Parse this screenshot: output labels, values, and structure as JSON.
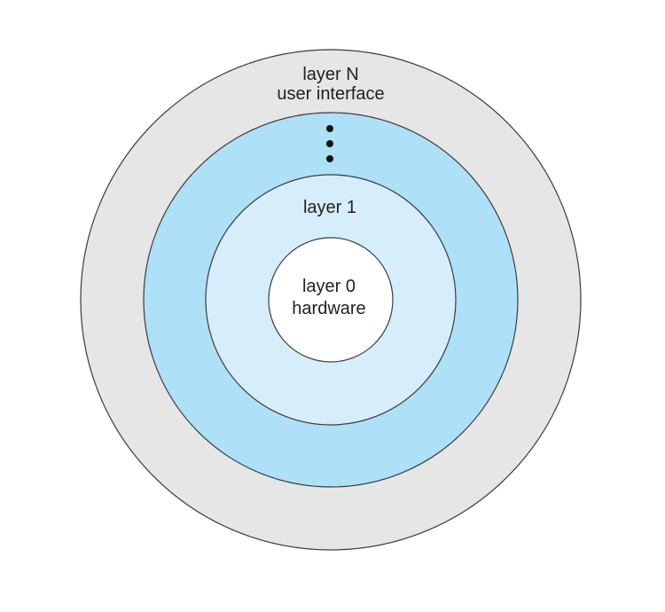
{
  "diagram": {
    "layers": [
      {
        "name": "layer-n",
        "lines": [
          "layer N",
          "user interface"
        ],
        "fill": "#e6e6e7"
      },
      {
        "name": "layer-middle",
        "lines": [],
        "fill": "#aee0f8"
      },
      {
        "name": "layer-1",
        "lines": [
          "layer 1"
        ],
        "fill": "#d6eefb"
      },
      {
        "name": "layer-0",
        "lines": [
          "layer 0",
          "hardware"
        ],
        "fill": "#ffffff"
      }
    ],
    "outline_color": "#3c3c3c",
    "dot_color": "#111111",
    "ellipsis_dot_count": 3
  }
}
